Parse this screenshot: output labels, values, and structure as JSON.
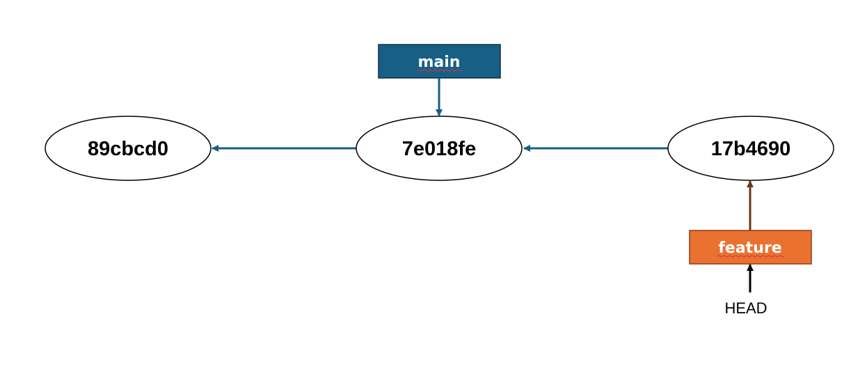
{
  "commits": [
    {
      "id": "89cbcd0"
    },
    {
      "id": "7e018fe"
    },
    {
      "id": "17b4690"
    }
  ],
  "branches": {
    "main": {
      "label": "main",
      "color": "#175f85",
      "points_to": "7e018fe"
    },
    "feature": {
      "label": "feature",
      "color": "#ea7130",
      "border": "#8a3e12",
      "arrow_color": "#6b3518",
      "points_to": "17b4690"
    }
  },
  "head": {
    "label": "HEAD",
    "points_to": "feature"
  },
  "colors": {
    "commit_arrow": "#175f85",
    "commit_stroke": "#000000"
  }
}
